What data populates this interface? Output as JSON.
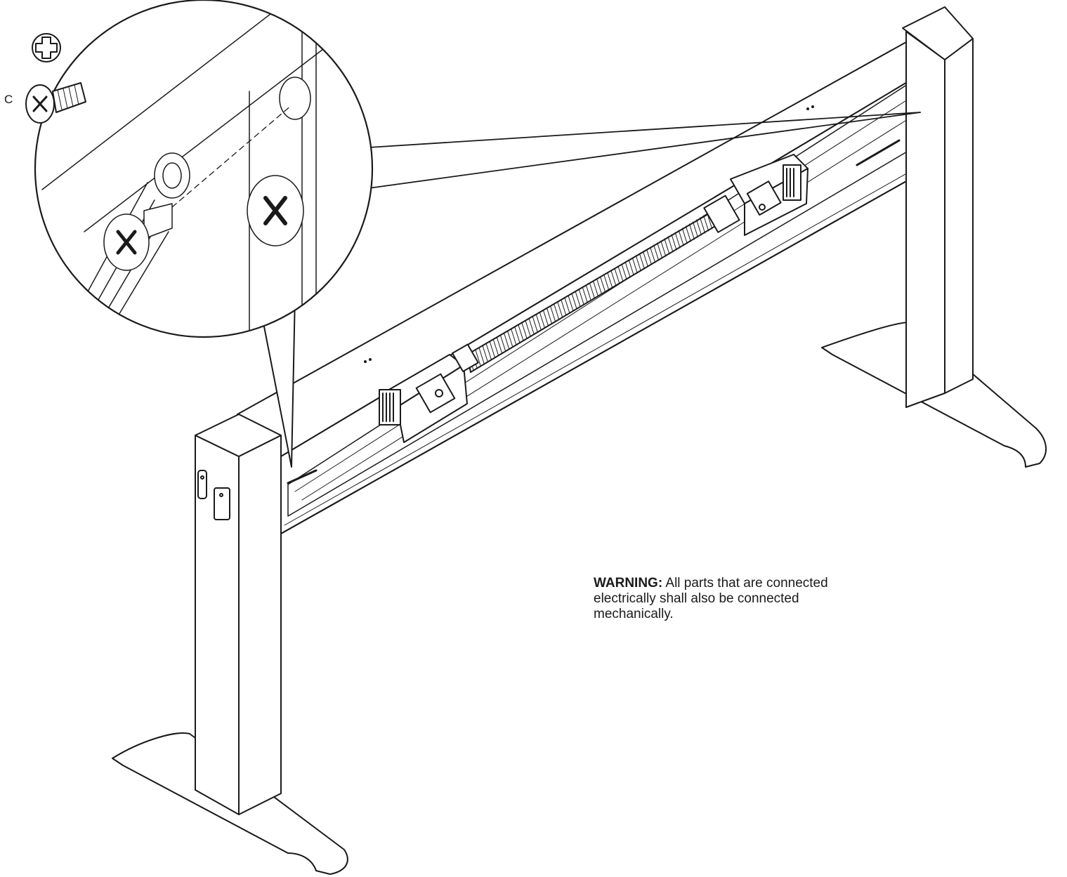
{
  "part": {
    "label": "C",
    "tool_icon": "phillips-screwdriver-icon"
  },
  "warning": {
    "heading": "WARNING:",
    "text": "All parts that are connected electrically shall also be connected mechanically."
  },
  "colors": {
    "line": "#1a1a1a",
    "paper": "#ffffff"
  }
}
